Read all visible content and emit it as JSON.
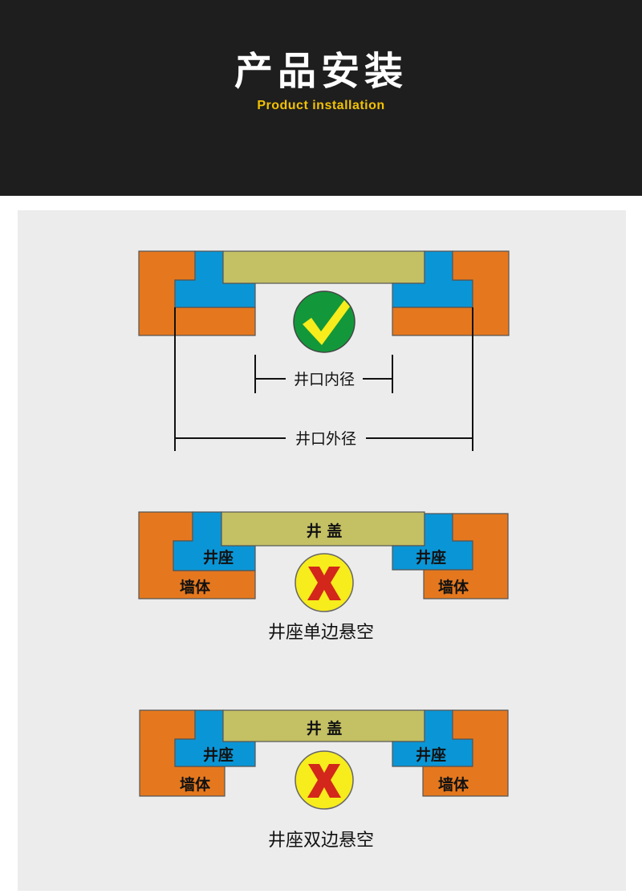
{
  "header": {
    "title": "产品安装",
    "subtitle": "Product installation"
  },
  "colors": {
    "wall": "#e5781e",
    "seat": "#0a96d6",
    "cover": "#c4c064",
    "ok": "#12983a",
    "bad": "#f7ec1c",
    "cross": "#d3271b"
  },
  "diagram_correct": {
    "inner_label": "井口内径",
    "outer_label": "井口外径",
    "status_icon": "check-icon"
  },
  "diagram_single": {
    "cover": "井 盖",
    "seat_left": "井座",
    "seat_right": "井座",
    "wall_left": "墙体",
    "wall_right": "墙体",
    "caption": "井座单边悬空",
    "status_icon": "cross-icon"
  },
  "diagram_double": {
    "cover": "井 盖",
    "seat_left": "井座",
    "seat_right": "井座",
    "wall_left": "墙体",
    "wall_right": "墙体",
    "caption": "井座双边悬空",
    "status_icon": "cross-icon"
  }
}
